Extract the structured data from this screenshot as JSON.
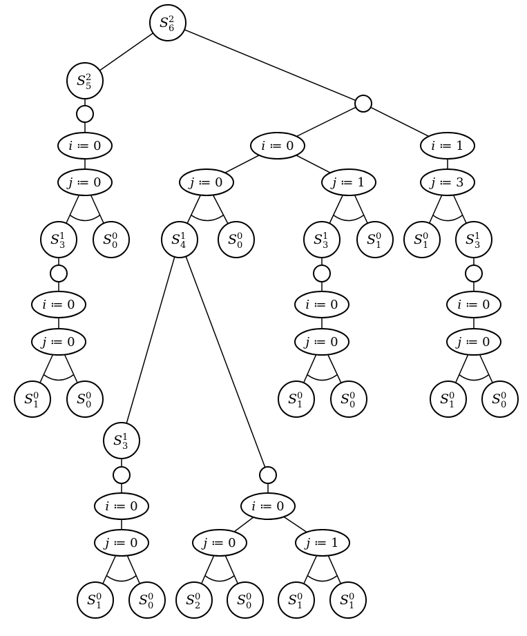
{
  "nodes": [
    {
      "id": "root",
      "sym": "S",
      "sup": "2",
      "sub": "6"
    },
    {
      "id": "L_S52",
      "sym": "S",
      "sup": "2",
      "sub": "5"
    },
    {
      "id": "L_sel",
      "kind": "selector"
    },
    {
      "id": "L_i",
      "var": "i",
      "op": "≔",
      "val": "0"
    },
    {
      "id": "L_j",
      "var": "j",
      "op": "≔",
      "val": "0"
    },
    {
      "id": "L_S31",
      "sym": "S",
      "sup": "1",
      "sub": "3"
    },
    {
      "id": "L_S00",
      "sym": "S",
      "sup": "0",
      "sub": "0"
    },
    {
      "id": "L2_sel",
      "kind": "selector"
    },
    {
      "id": "L2_i",
      "var": "i",
      "op": "≔",
      "val": "0"
    },
    {
      "id": "L2_j",
      "var": "j",
      "op": "≔",
      "val": "0"
    },
    {
      "id": "L2_S10",
      "sym": "S",
      "sup": "0",
      "sub": "1"
    },
    {
      "id": "L2_S00",
      "sym": "S",
      "sup": "0",
      "sub": "0"
    },
    {
      "id": "R_sel",
      "kind": "selector"
    },
    {
      "id": "M_i",
      "var": "i",
      "op": "≔",
      "val": "0"
    },
    {
      "id": "R_i",
      "var": "i",
      "op": "≔",
      "val": "1"
    },
    {
      "id": "M_j0",
      "var": "j",
      "op": "≔",
      "val": "0"
    },
    {
      "id": "M_j1",
      "var": "j",
      "op": "≔",
      "val": "1"
    },
    {
      "id": "R_j",
      "var": "j",
      "op": "≔",
      "val": "3"
    },
    {
      "id": "M_S41",
      "sym": "S",
      "sup": "1",
      "sub": "4"
    },
    {
      "id": "M_S00",
      "sym": "S",
      "sup": "0",
      "sub": "0"
    },
    {
      "id": "M1_S31",
      "sym": "S",
      "sup": "1",
      "sub": "3"
    },
    {
      "id": "M1_S10",
      "sym": "S",
      "sup": "0",
      "sub": "1"
    },
    {
      "id": "M1_sel",
      "kind": "selector"
    },
    {
      "id": "M1_i",
      "var": "i",
      "op": "≔",
      "val": "0"
    },
    {
      "id": "M1_j",
      "var": "j",
      "op": "≔",
      "val": "0"
    },
    {
      "id": "M1_S10b",
      "sym": "S",
      "sup": "0",
      "sub": "1"
    },
    {
      "id": "M1_S00b",
      "sym": "S",
      "sup": "0",
      "sub": "0"
    },
    {
      "id": "R_S10",
      "sym": "S",
      "sup": "0",
      "sub": "1"
    },
    {
      "id": "R_S31",
      "sym": "S",
      "sup": "1",
      "sub": "3"
    },
    {
      "id": "R_sel2",
      "kind": "selector"
    },
    {
      "id": "R_i2",
      "var": "i",
      "op": "≔",
      "val": "0"
    },
    {
      "id": "R_j2",
      "var": "j",
      "op": "≔",
      "val": "0"
    },
    {
      "id": "R_S10b",
      "sym": "S",
      "sup": "0",
      "sub": "1"
    },
    {
      "id": "R_S00b",
      "sym": "S",
      "sup": "0",
      "sub": "0"
    },
    {
      "id": "D_S31",
      "sym": "S",
      "sup": "1",
      "sub": "3"
    },
    {
      "id": "D_sel",
      "kind": "selector"
    },
    {
      "id": "D_i",
      "var": "i",
      "op": "≔",
      "val": "0"
    },
    {
      "id": "D_j",
      "var": "j",
      "op": "≔",
      "val": "0"
    },
    {
      "id": "D_S10",
      "sym": "S",
      "sup": "0",
      "sub": "1"
    },
    {
      "id": "D_S00",
      "sym": "S",
      "sup": "0",
      "sub": "0"
    },
    {
      "id": "E_sel",
      "kind": "selector"
    },
    {
      "id": "E_i",
      "var": "i",
      "op": "≔",
      "val": "0"
    },
    {
      "id": "E_j0",
      "var": "j",
      "op": "≔",
      "val": "0"
    },
    {
      "id": "E_j1",
      "var": "j",
      "op": "≔",
      "val": "1"
    },
    {
      "id": "E_S20",
      "sym": "S",
      "sup": "0",
      "sub": "2"
    },
    {
      "id": "E_S00",
      "sym": "S",
      "sup": "0",
      "sub": "0"
    },
    {
      "id": "E_S10a",
      "sym": "S",
      "sup": "0",
      "sub": "1"
    },
    {
      "id": "E_S10b",
      "sym": "S",
      "sup": "0",
      "sub": "1"
    }
  ],
  "edges": [
    [
      "root",
      "L_S52"
    ],
    [
      "root",
      "R_sel"
    ],
    [
      "L_S52",
      "L_sel"
    ],
    [
      "L_sel",
      "L_i"
    ],
    [
      "L_i",
      "L_j"
    ],
    [
      "L_j",
      "L_S31"
    ],
    [
      "L_j",
      "L_S00"
    ],
    [
      "L_S31",
      "L2_sel"
    ],
    [
      "L2_sel",
      "L2_i"
    ],
    [
      "L2_i",
      "L2_j"
    ],
    [
      "L2_j",
      "L2_S10"
    ],
    [
      "L2_j",
      "L2_S00"
    ],
    [
      "R_sel",
      "M_i"
    ],
    [
      "R_sel",
      "R_i"
    ],
    [
      "M_i",
      "M_j0"
    ],
    [
      "M_i",
      "M_j1"
    ],
    [
      "M_j0",
      "M_S41"
    ],
    [
      "M_j0",
      "M_S00"
    ],
    [
      "M_j1",
      "M1_S31"
    ],
    [
      "M_j1",
      "M1_S10"
    ],
    [
      "M1_S31",
      "M1_sel"
    ],
    [
      "M1_sel",
      "M1_i"
    ],
    [
      "M1_i",
      "M1_j"
    ],
    [
      "M1_j",
      "M1_S10b"
    ],
    [
      "M1_j",
      "M1_S00b"
    ],
    [
      "R_i",
      "R_j"
    ],
    [
      "R_j",
      "R_S10"
    ],
    [
      "R_j",
      "R_S31"
    ],
    [
      "R_S31",
      "R_sel2"
    ],
    [
      "R_sel2",
      "R_i2"
    ],
    [
      "R_i2",
      "R_j2"
    ],
    [
      "R_j2",
      "R_S10b"
    ],
    [
      "R_j2",
      "R_S00b"
    ],
    [
      "M_S41",
      "D_S31"
    ],
    [
      "M_S41",
      "E_sel"
    ],
    [
      "D_S31",
      "D_sel"
    ],
    [
      "D_sel",
      "D_i"
    ],
    [
      "D_i",
      "D_j"
    ],
    [
      "D_j",
      "D_S10"
    ],
    [
      "D_j",
      "D_S00"
    ],
    [
      "E_sel",
      "E_i"
    ],
    [
      "E_i",
      "E_j0"
    ],
    [
      "E_i",
      "E_j1"
    ],
    [
      "E_j0",
      "E_S20"
    ],
    [
      "E_j0",
      "E_S00"
    ],
    [
      "E_j1",
      "E_S10a"
    ],
    [
      "E_j1",
      "E_S10b"
    ]
  ],
  "and_arcs": [
    "L_j",
    "L2_j",
    "M_j0",
    "M_j1",
    "R_j",
    "M1_j",
    "R_j2",
    "D_j",
    "E_j0",
    "E_j1"
  ]
}
